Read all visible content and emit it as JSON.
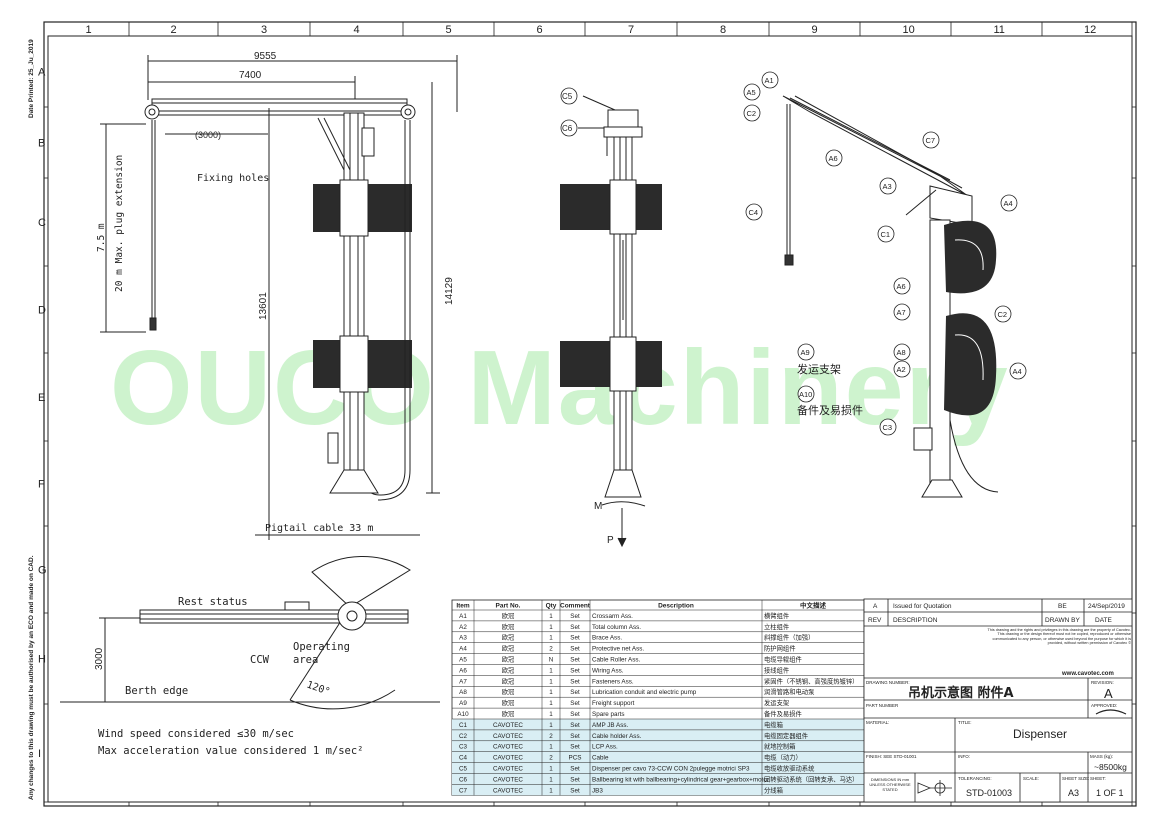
{
  "colors": {
    "line": "#222222",
    "reel": "#2b2b2b",
    "watermark": "#7fe07f",
    "highlight": "#d9eef4",
    "callout": "#ffffff"
  },
  "side_margin": {
    "printed": "Date Printed: 25_Ju_2019",
    "note": "Any changes to this drawing must be authorised by an ECO and made on CAD."
  },
  "columns": [
    "1",
    "2",
    "3",
    "4",
    "5",
    "6",
    "7",
    "8",
    "9",
    "10",
    "11",
    "12"
  ],
  "rows": [
    "A",
    "B",
    "C",
    "D",
    "E",
    "F",
    "G",
    "H",
    "I"
  ],
  "watermark": "OUCO Machinery",
  "front_view": {
    "dim_overall": "9555",
    "dim_arm": "7400",
    "dim_holes": "(3000)",
    "fixing_holes": "Fixing holes",
    "extension_a": "7.5 m",
    "extension_b": "20 m  Max. plug extension",
    "height_a": "13601",
    "height_b": "14129",
    "pigtail": "Pigtail cable 33 m"
  },
  "side_view": {
    "c5": "C5",
    "c6": "C6",
    "m": "M",
    "p": "P"
  },
  "iso_view": {
    "callouts": [
      "A1",
      "A5",
      "C2",
      "C7",
      "A6",
      "C4",
      "A3",
      "C1",
      "A4",
      "A6",
      "A7",
      "C2",
      "A8",
      "A2",
      "A4",
      "C3",
      "A9",
      "A10"
    ],
    "a9_text": "发运支架",
    "a10_text": "备件及易损件"
  },
  "top_view": {
    "rest": "Rest status",
    "operating": "Operating area",
    "ccw": "CCW",
    "angle": "120°",
    "dim": "3000",
    "berth": "Berth edge"
  },
  "notes": {
    "wind": "Wind speed considered ≤30 m/sec",
    "accel": "Max acceleration value considered 1 m/sec²"
  },
  "bom": {
    "headers": [
      "Item",
      "Part No.",
      "Qty",
      "Comment",
      "Description",
      "中文描述"
    ],
    "rows": [
      [
        "A1",
        "欧冠",
        "1",
        "Set",
        "Crossarm Ass.",
        "横臂组件"
      ],
      [
        "A2",
        "欧冠",
        "1",
        "Set",
        "Total column Ass.",
        "立柱组件"
      ],
      [
        "A3",
        "欧冠",
        "1",
        "Set",
        "Brace Ass.",
        "斜撑组件（加强）"
      ],
      [
        "A4",
        "欧冠",
        "2",
        "Set",
        "Protective net Ass.",
        "防护网组件"
      ],
      [
        "A5",
        "欧冠",
        "N",
        "Set",
        "Cable Roller Ass.",
        "电缆导辊组件"
      ],
      [
        "A6",
        "欧冠",
        "1",
        "Set",
        "Wiring Ass.",
        "接线组件"
      ],
      [
        "A7",
        "欧冠",
        "1",
        "Set",
        "Fasteners Ass.",
        "紧固件（不锈钢、高强度热镀锌）"
      ],
      [
        "A8",
        "欧冠",
        "1",
        "Set",
        "Lubrication conduit and electric pump",
        "润滑管路和电动泵"
      ],
      [
        "A9",
        "欧冠",
        "1",
        "Set",
        "Freight support",
        "发运支架"
      ],
      [
        "A10",
        "欧冠",
        "1",
        "Set",
        "Spare parts",
        "备件及易损件"
      ],
      [
        "C1",
        "CAVOTEC",
        "1",
        "Set",
        "AMP JB Ass.",
        "电缆箱"
      ],
      [
        "C2",
        "CAVOTEC",
        "2",
        "Set",
        "Cable holder Ass.",
        "电缆固定器组件"
      ],
      [
        "C3",
        "CAVOTEC",
        "1",
        "Set",
        "LCP  Ass.",
        "就地控制箱"
      ],
      [
        "C4",
        "CAVOTEC",
        "2",
        "PCS",
        "Cable",
        "电缆（动力）"
      ],
      [
        "C5",
        "CAVOTEC",
        "1",
        "Set",
        "Dispenser per cavo 73-CCW CON 2pulegge motrici SP3",
        "电缆收放驱动系统"
      ],
      [
        "C6",
        "CAVOTEC",
        "1",
        "Set",
        "Ballbearing kit with ballbearing+cylindrical gear+gearbox+motor",
        "回转驱动系统（回转支承、马达）"
      ],
      [
        "C7",
        "CAVOTEC",
        "1",
        "Set",
        "JB3",
        "分线箱"
      ]
    ]
  },
  "title_block": {
    "rev": "A",
    "rev_desc": "Issued for Quotation",
    "rev_by": "BE",
    "rev_date": "24/Sep/2019",
    "h_rev": "REV",
    "h_desc": "DESCRIPTION",
    "h_drawn": "DRAWN BY",
    "h_date": "DATE",
    "legal": "This drawing and the rights and privileges in this drawing are the property of Cavotec. This drawing or the design thereof must not be copied, reproduced or otherwise communicated to any person, or otherwise used beyond the purpose for which it is provided, without written permission of Cavotec ©",
    "web": "www.cavotec.com",
    "drawing_number_label": "DRAWING NUMBER:",
    "drawing_title_cn": "吊机示意图 附件A",
    "revision_label": "REVISION:",
    "revision": "A",
    "part_number_label": "PART NUMBER",
    "approved_label": "APPROVED:",
    "material_label": "MATERIAL:",
    "title_label": "TITLE:",
    "title": "Dispenser",
    "finish_label": "FINISH: SEE STD-01001",
    "info_label": "INFO:",
    "mass_label": "MASS (kg):",
    "mass": "~8500kg",
    "dims_label": "DIMENSIONS IN mm UNLESS OTHERWISE STATED",
    "tolerance_label": "TOLERANCING:",
    "tolerance": "STD-01003",
    "scale_label": "SCALE:",
    "size_label": "SHEET SIZE:",
    "size": "A3",
    "sheet_label": "SHEET:",
    "sheet": "1 OF 1"
  }
}
